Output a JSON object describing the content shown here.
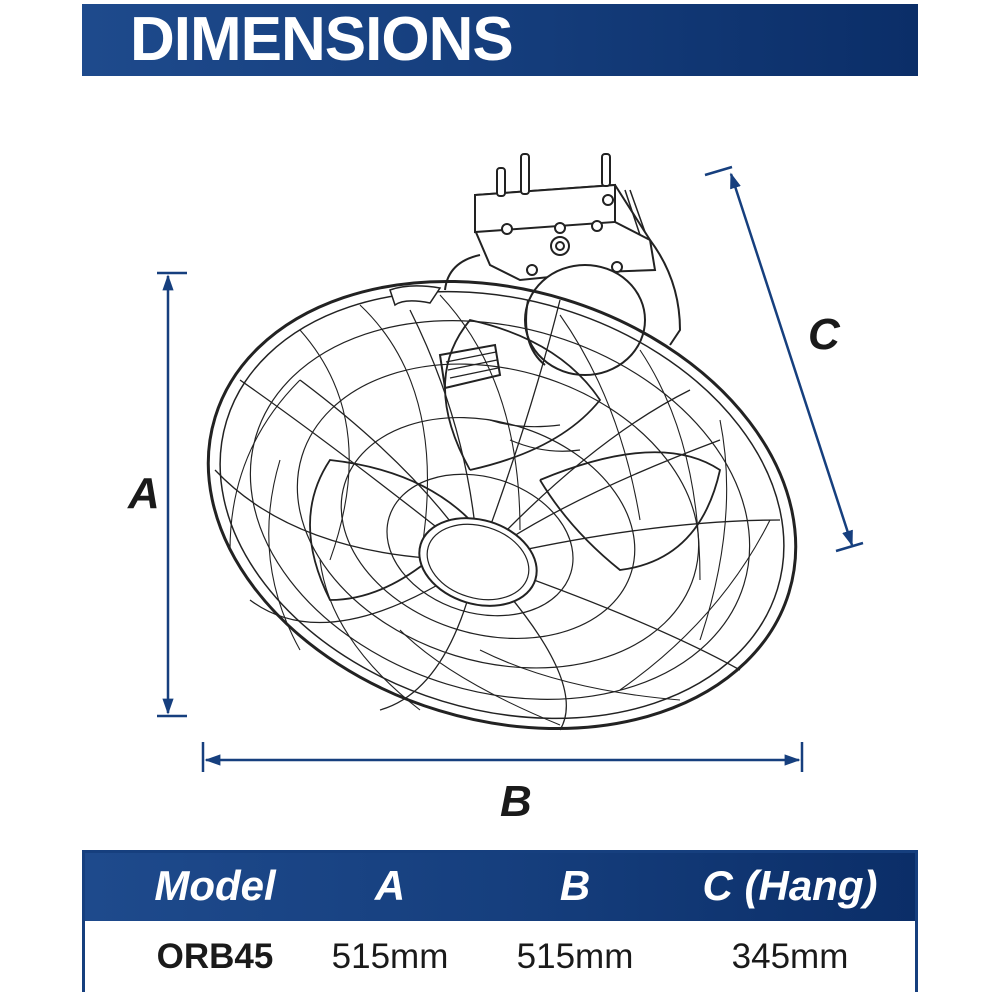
{
  "header": {
    "title": "DIMENSIONS"
  },
  "diagram": {
    "labels": {
      "a": "A",
      "b": "B",
      "c": "C"
    },
    "arrow_color": "#163f7e",
    "subject": "fan-with-cage-guard"
  },
  "colors": {
    "brand_blue": "#163f7e",
    "line_art": "#222222"
  },
  "table": {
    "columns": [
      "Model",
      "A",
      "B",
      "C (Hang)"
    ],
    "rows": [
      {
        "model": "ORB45",
        "a": "515mm",
        "b": "515mm",
        "c": "345mm"
      }
    ]
  }
}
